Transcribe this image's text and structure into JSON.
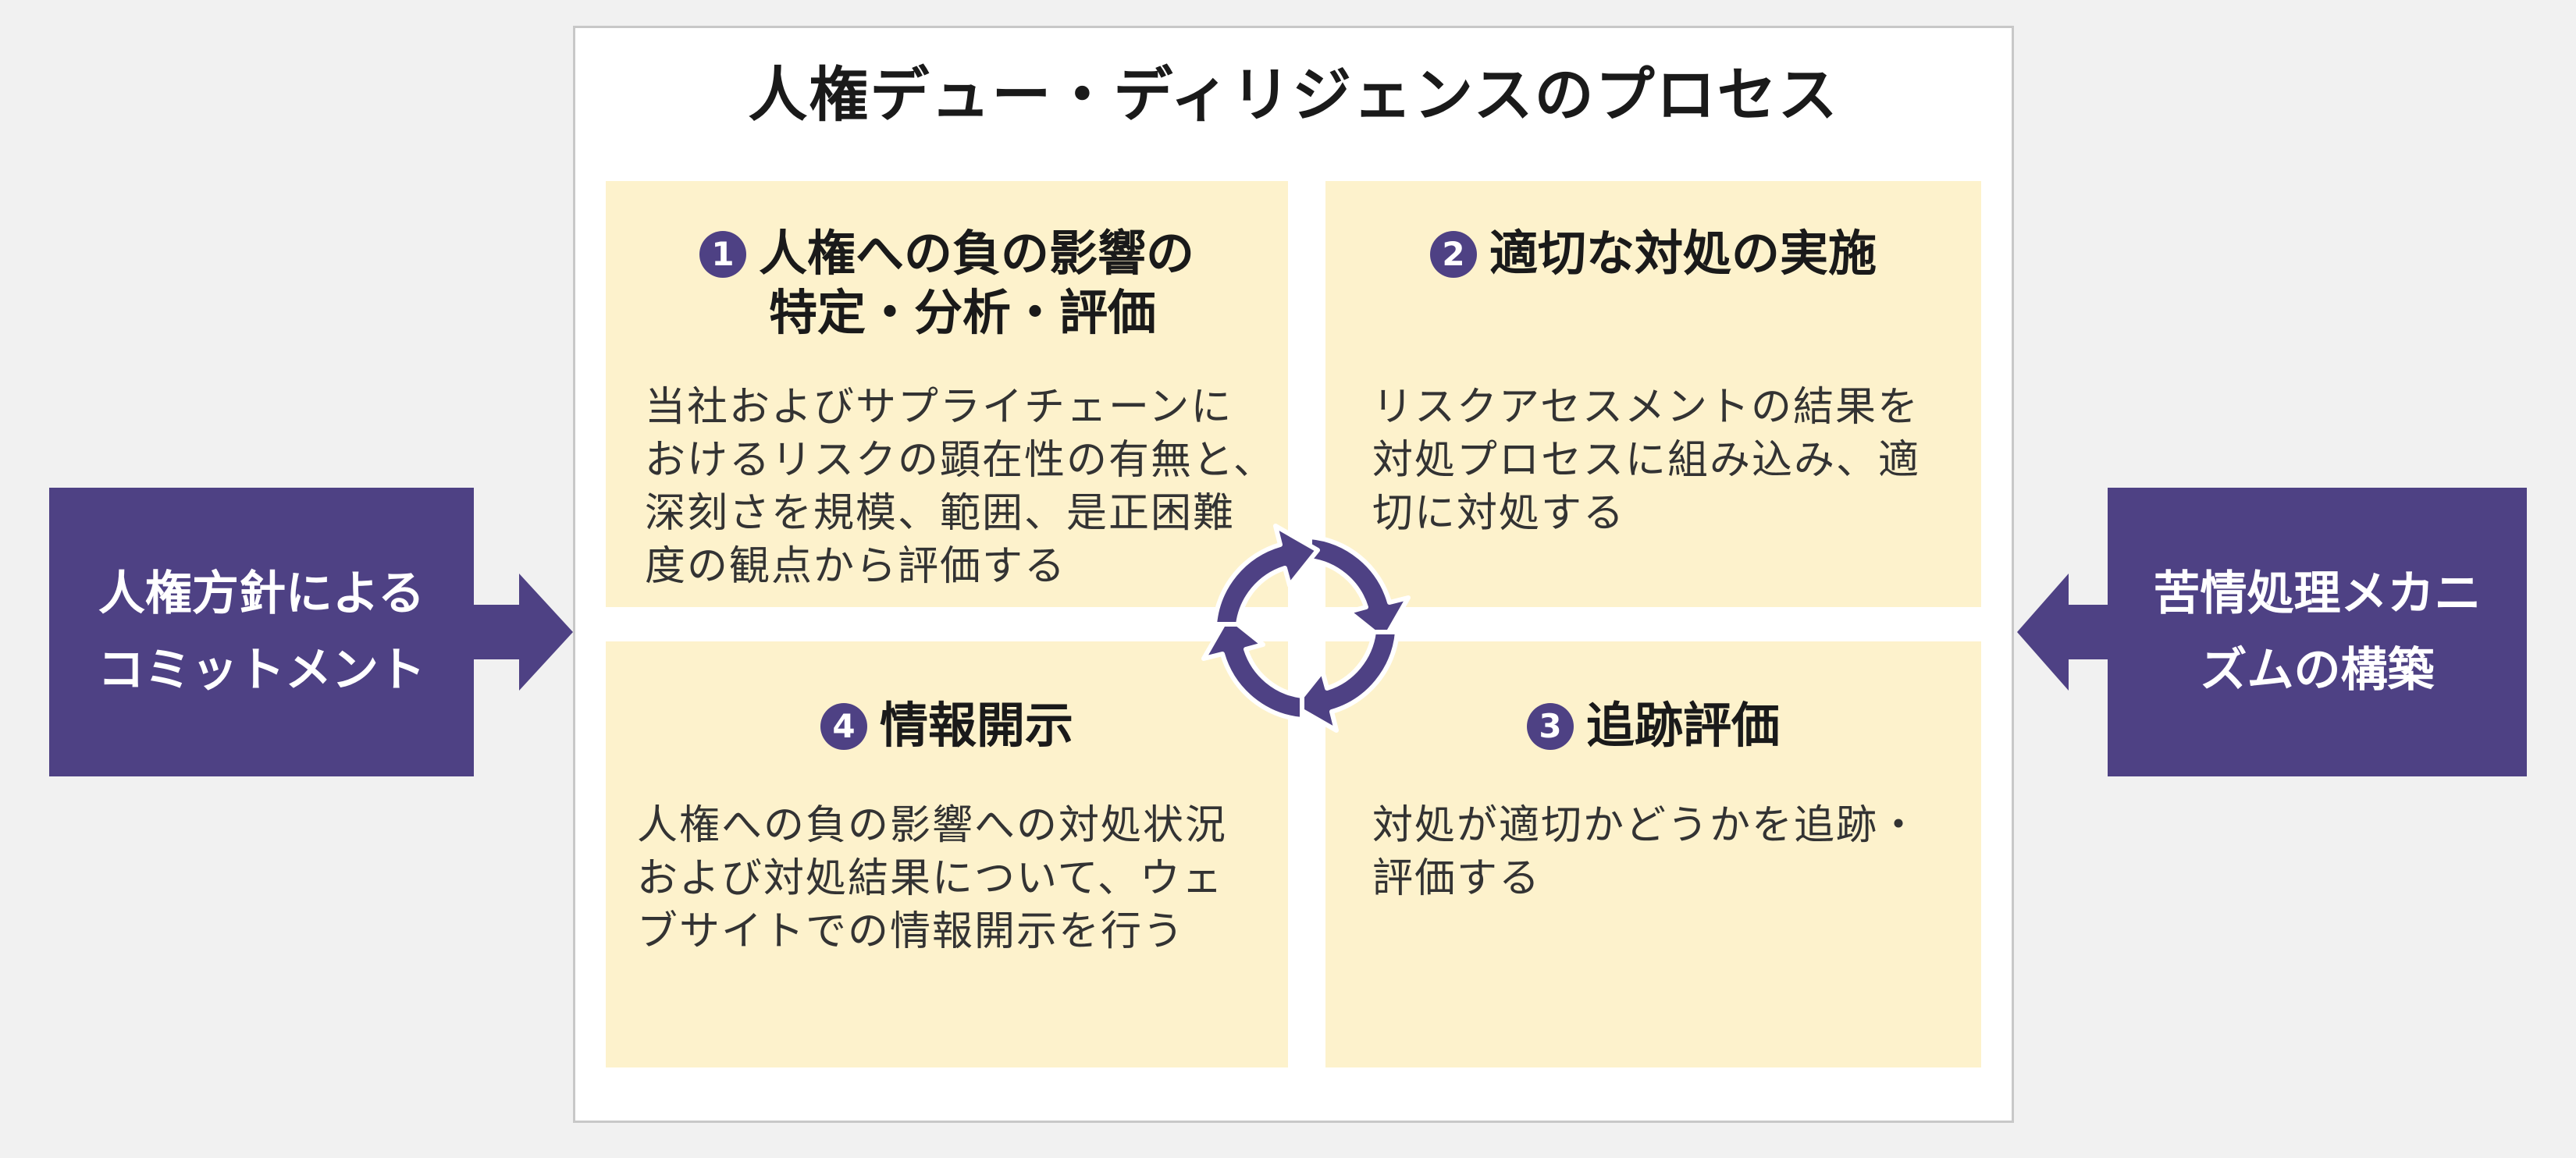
{
  "title": "人権デュー・ディリジェンスのプロセス",
  "quadrants": [
    {
      "number": "1",
      "heading_line1": "人権への負の影響の",
      "heading_line2": "特定・分析・評価",
      "body_lines": [
        "当社およびサプライチェーンに",
        "おけるリスクの顕在性の有無と、",
        "深刻さを規模、範囲、是正困難",
        "度の観点から評価する"
      ]
    },
    {
      "number": "2",
      "heading": "適切な対処の実施",
      "body_lines": [
        "リスクアセスメントの結果を",
        "対処プロセスに組み込み、適",
        "切に対処する"
      ]
    },
    {
      "number": "3",
      "heading": "追跡評価",
      "body_lines": [
        "対処が適切かどうかを追跡・",
        "評価する"
      ]
    },
    {
      "number": "4",
      "heading": "情報開示",
      "body_lines": [
        "人権への負の影響への対処状況",
        "および対処結果について、ウェ",
        "ブサイトでの情報開示を行う"
      ]
    }
  ],
  "left_box": {
    "line1": "人権方針による",
    "line2": "コミットメント"
  },
  "right_box": {
    "line1": "苦情処理メカニ",
    "line2": "ズムの構築"
  },
  "colors": {
    "accent": "#4e4184",
    "quadrant_bg": "#fdf2cc",
    "background": "#f1f1f1"
  },
  "icons": {
    "cycle": "cycle-arrows-icon"
  }
}
